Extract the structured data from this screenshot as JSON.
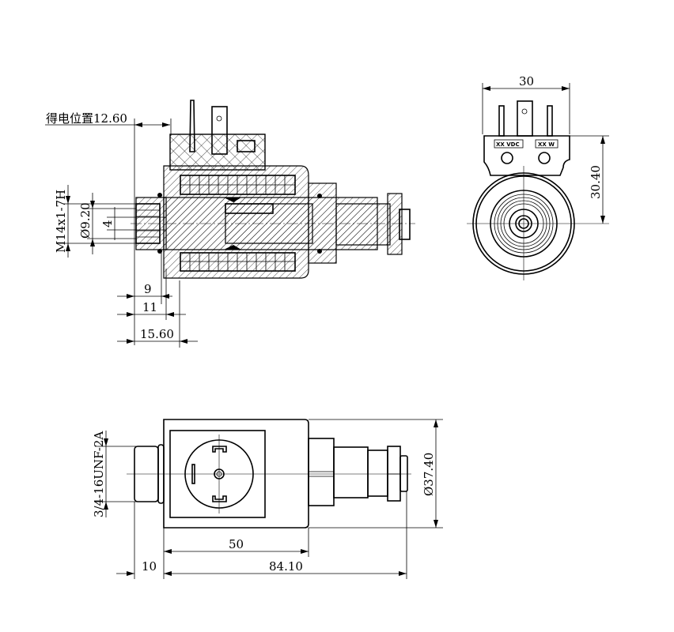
{
  "section_view": {
    "energized_position_label": "得电位置12.60",
    "thread_label": "M14x1-7H",
    "diameter_label": "Ø9.20",
    "bore_label": "4",
    "dim_9": "9",
    "dim_11": "11",
    "dim_15_60": "15.60"
  },
  "end_view": {
    "width_label": "30",
    "height_label": "30.40",
    "voltage_plate": "XX VDC",
    "power_plate": "XX W"
  },
  "side_view": {
    "thread_label": "3/4-16UNF-2A",
    "diameter_label": "Ø37.40",
    "coil_length_label": "50",
    "thread_length_label": "10",
    "total_length_label": "84.10"
  }
}
